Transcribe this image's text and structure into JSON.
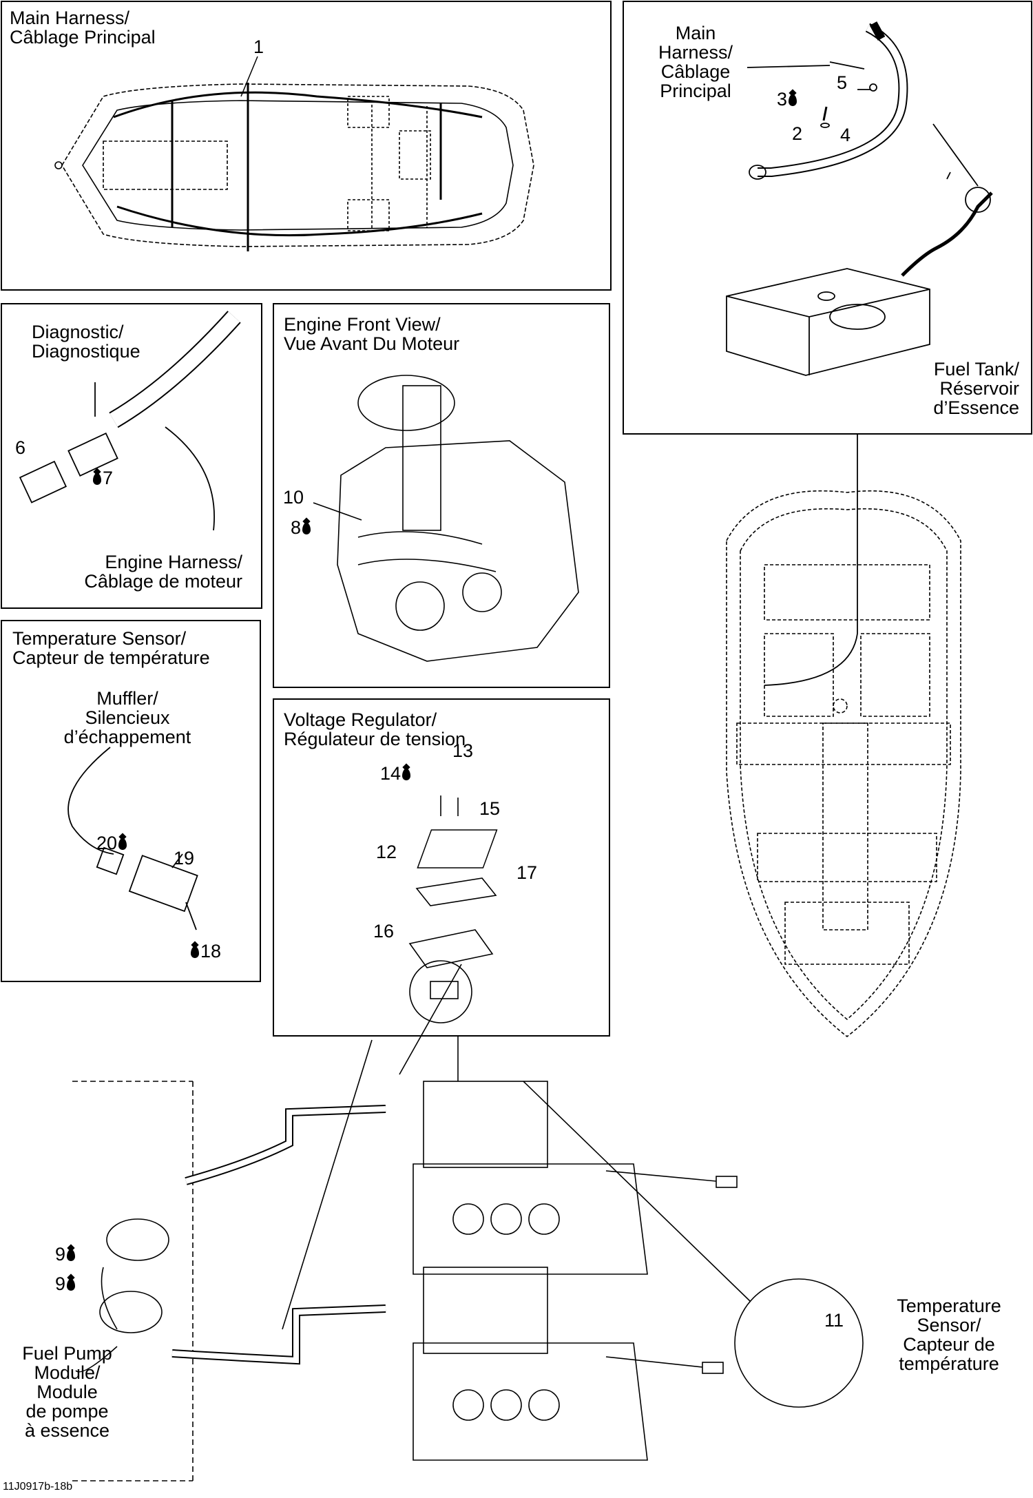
{
  "panels": {
    "main_harness": {
      "title": "Main Harness/\nCâblage Principal",
      "callout": "1"
    },
    "fuel_tank_harness": {
      "harness_label": "Main\nHarness/\nCâblage\nPrincipal",
      "callouts": [
        "2",
        "3",
        "4",
        "5"
      ],
      "fuel_tank_label": "Fuel Tank/\nRéservoir\nd’Essence"
    },
    "diagnostic": {
      "label": "Diagnostic/\nDiagnostique",
      "engine_harness": "Engine Harness/\nCâblage de moteur",
      "callouts": [
        "6",
        "7"
      ]
    },
    "engine_front": {
      "title": "Engine Front View/\nVue Avant Du Moteur",
      "callouts": [
        "10",
        "8"
      ]
    },
    "temperature_sensor": {
      "title": "Temperature Sensor/\nCapteur de température",
      "muffler": "Muffler/\nSilencieux\nd’échappement",
      "callouts": [
        "20",
        "19",
        "18"
      ]
    },
    "voltage_regulator": {
      "title": "Voltage Regulator/\nRégulateur de tension",
      "callouts": [
        "13",
        "14",
        "15",
        "12",
        "17",
        "16"
      ]
    },
    "engines": {
      "fuel_pump": "Fuel Pump\nModule/\nModule\nde pompe\nà essence",
      "temp_sensor": "Temperature\nSensor/\nCapteur de\ntempérature",
      "callouts": [
        "9",
        "9",
        "11"
      ]
    }
  },
  "figure_code": "11J0917b-18b"
}
